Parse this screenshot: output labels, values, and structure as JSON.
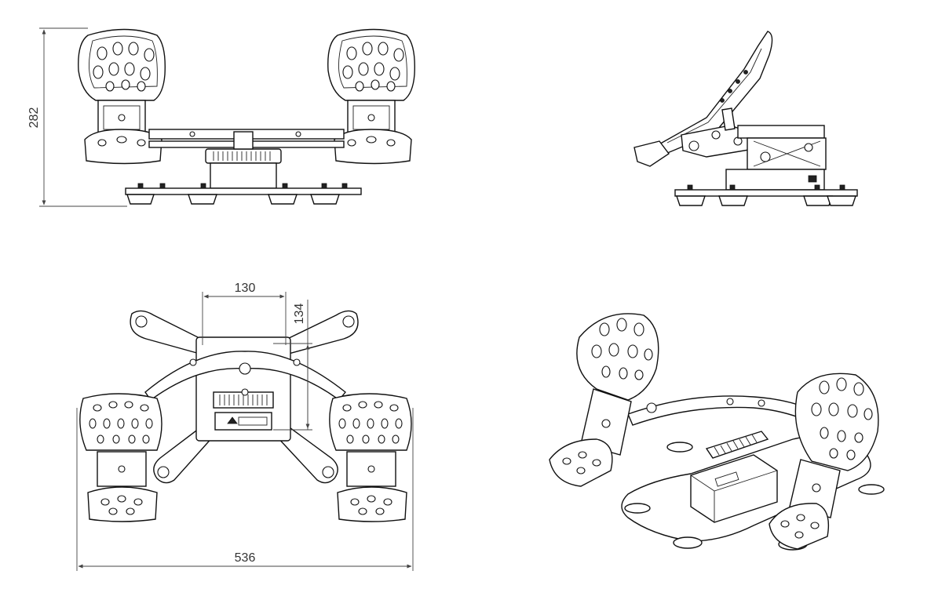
{
  "dimensions": {
    "front_height": "282",
    "top_inner_width": "130",
    "top_inner_height": "134",
    "top_overall_width": "536"
  },
  "views": [
    "front-view",
    "side-view",
    "top-view",
    "isometric-view"
  ],
  "colors": {
    "line": "#111111",
    "dimension": "#444444",
    "background": "#ffffff"
  }
}
